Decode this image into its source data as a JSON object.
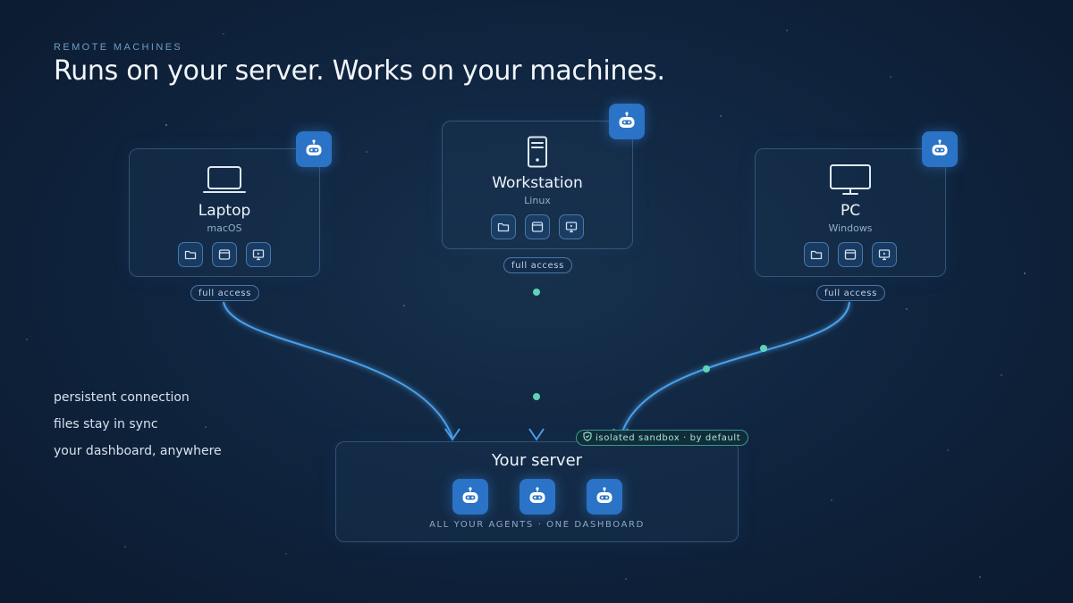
{
  "header": {
    "eyebrow": "REMOTE MACHINES",
    "headline": "Runs on your server. Works on your machines."
  },
  "machines": [
    {
      "name": "Laptop",
      "os": "macOS",
      "access": "full access",
      "icon": "laptop-icon"
    },
    {
      "name": "Workstation",
      "os": "Linux",
      "access": "full access",
      "icon": "server-tower-icon"
    },
    {
      "name": "PC",
      "os": "Windows",
      "access": "full access",
      "icon": "monitor-icon"
    }
  ],
  "tool_icons": [
    "folder-icon",
    "window-icon",
    "screen-icon"
  ],
  "agent_icon": "robot-icon",
  "server": {
    "title": "Your server",
    "footer": "ALL YOUR AGENTS · ONE DASHBOARD",
    "agent_count": 3
  },
  "sandbox_badge": "isolated sandbox · by default",
  "features": [
    "persistent connection",
    "files stay in sync",
    "your dashboard, anywhere"
  ],
  "colors": {
    "background": "#102540",
    "accent_blue": "#4a9fe8",
    "agent_badge": "#2a73c7",
    "sandbox_green": "#5fd3b8"
  }
}
